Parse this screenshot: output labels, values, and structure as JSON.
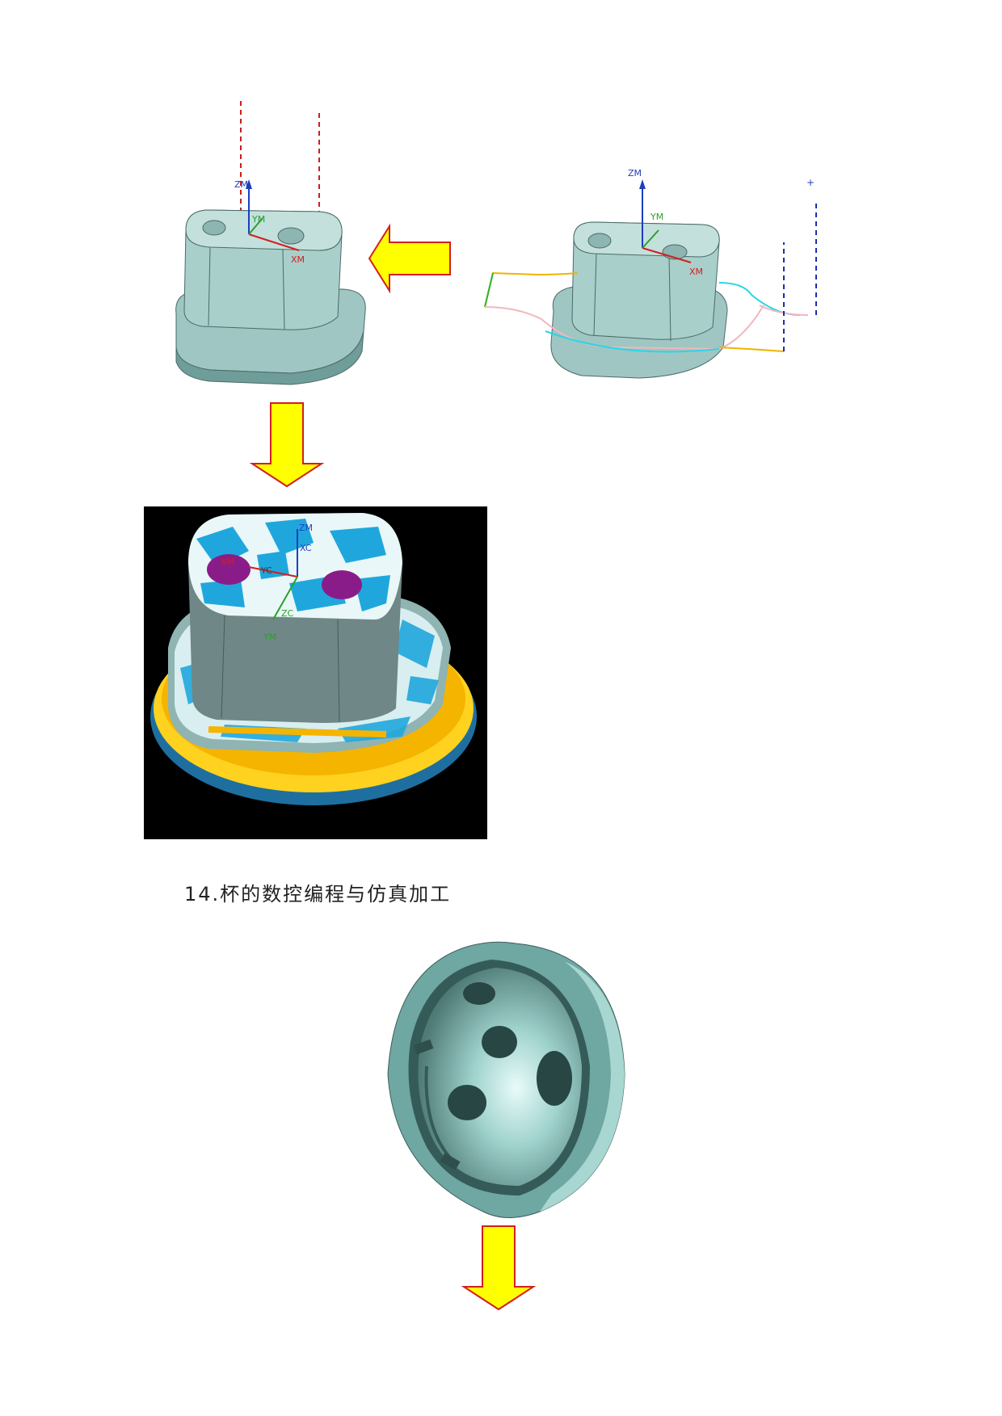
{
  "caption": "14.杯的数控编程与仿真加工",
  "figure_left": {
    "zm": "ZM",
    "ym": "YM",
    "xm": "XM"
  },
  "figure_right": {
    "zm": "ZM",
    "ym": "YM",
    "xm": "XM"
  },
  "figure_sim": {
    "zm": "ZM",
    "xc": "XC",
    "xm": "XM",
    "yc": "YC",
    "zc": "ZC",
    "ym": "YM"
  },
  "colors": {
    "part": "#9fc6c2",
    "part_dark": "#6f9d99",
    "arrow_fill": "#ffff00",
    "arrow_stroke": "#d21f1f",
    "sim_bg": "#000000"
  }
}
